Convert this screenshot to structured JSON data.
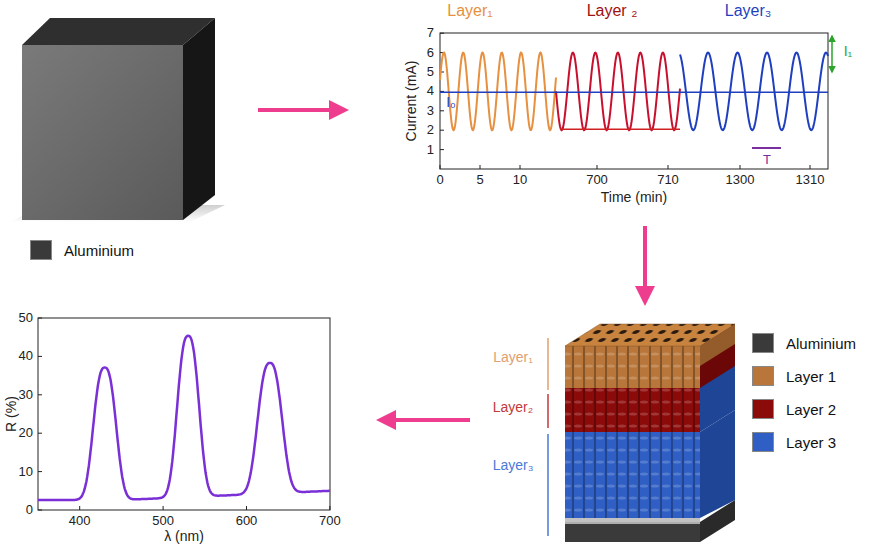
{
  "diagram": {
    "labels": [
      "Layer₁",
      "Layer ₂",
      "Layer₃",
      "1",
      "2",
      "3",
      "4",
      "5",
      "6",
      "7",
      "0",
      "5",
      "10",
      "700",
      "710",
      "1300",
      "1310",
      "Current (mA)",
      "Time (min)",
      "I₀",
      "I₁",
      "T",
      "Layer₁",
      "Layer₂",
      "Layer₃",
      "0",
      "10",
      "20",
      "30",
      "40",
      "50",
      "400",
      "500",
      "600",
      "700",
      "R (%)",
      "λ (nm)"
    ],
    "legend": [
      {
        "text": "Aluminium",
        "color": "#3a3a3a"
      },
      {
        "text": "Aluminium",
        "color": "#3a3a3a"
      },
      {
        "text": "Layer 1",
        "color": "#b8763a"
      },
      {
        "text": "Layer 2",
        "color": "#8b0a0a"
      },
      {
        "text": "Layer 3",
        "color": "#2f5fc4"
      }
    ]
  }
}
